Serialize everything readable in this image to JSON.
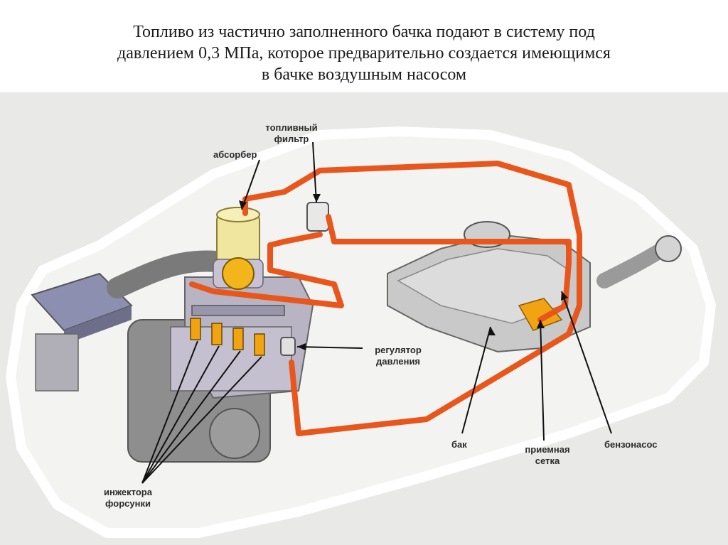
{
  "slide": {
    "title_lines": [
      "Топливо из частично заполненного бачка подают в систему под",
      "давлением 0,3 МПа, которое предварительно создается имеющимся",
      "в бачке воздушным насосом"
    ]
  },
  "diagram": {
    "labels": {
      "fuel_filter": [
        "топливный",
        "фильтр"
      ],
      "absorber": "абсорбер",
      "pressure_regulator": [
        "регулятор",
        "давления"
      ],
      "tank": "бак",
      "intake_mesh": [
        "приемная",
        "сетка"
      ],
      "fuel_pump": "бензонасос",
      "injectors": [
        "инжектора",
        "форсунки"
      ]
    },
    "colors": {
      "fuel_line": "#e8561c",
      "car_outline": "#ffffff",
      "background": "#e9e9e7",
      "engine": "#b9b4c4",
      "injector_tip": "#f2a312"
    }
  }
}
